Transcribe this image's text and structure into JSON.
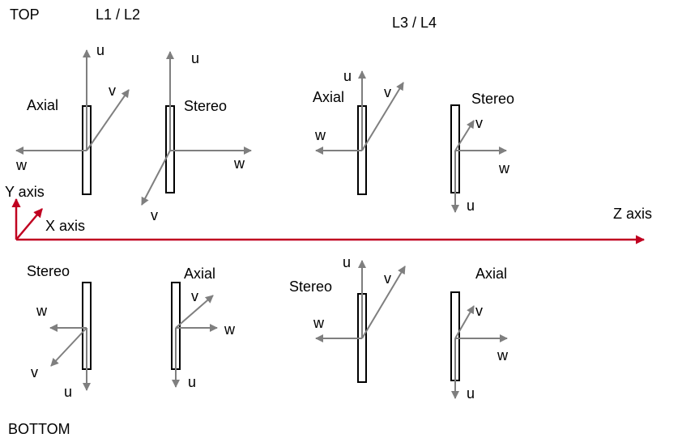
{
  "titles": {
    "top": "TOP",
    "bottom": "BOTTOM",
    "group_l1l2": "L1 / L2",
    "group_l3l4": "L3 / L4"
  },
  "global_axes": {
    "y_label": "Y axis",
    "x_label": "X axis",
    "z_label": "Z axis",
    "color": "#c00020"
  },
  "axis_color": "#7f7f7f",
  "modules": [
    {
      "id": "top-l1l2-axial",
      "label": "Axial",
      "u": "u",
      "v": "v",
      "w": "w"
    },
    {
      "id": "top-l1l2-stereo",
      "label": "Stereo",
      "u": "u",
      "v": "v",
      "w": "w"
    },
    {
      "id": "top-l3l4-axial",
      "label": "Axial",
      "u": "u",
      "v": "v",
      "w": "w"
    },
    {
      "id": "top-l3l4-stereo",
      "label": "Stereo",
      "u": "u",
      "v": "v",
      "w": "w"
    },
    {
      "id": "bottom-l1l2-stereo",
      "label": "Stereo",
      "u": "u",
      "v": "v",
      "w": "w"
    },
    {
      "id": "bottom-l1l2-axial",
      "label": "Axial",
      "u": "u",
      "v": "v",
      "w": "w"
    },
    {
      "id": "bottom-l3l4-stereo",
      "label": "Stereo",
      "u": "u",
      "v": "v",
      "w": "w"
    },
    {
      "id": "bottom-l3l4-axial",
      "label": "Axial",
      "u": "u",
      "v": "v",
      "w": "w"
    }
  ]
}
